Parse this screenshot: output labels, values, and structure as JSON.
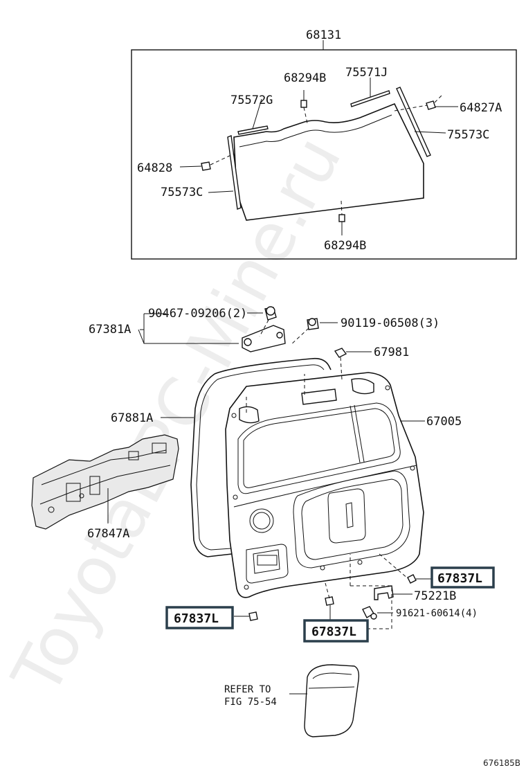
{
  "watermark": "ToyotaEPC-Mine.ru",
  "footer_code": "676185B",
  "refer_note": {
    "line1": "REFER TO",
    "line2": "FIG 75-54"
  },
  "labels": {
    "glass_assy": "68131",
    "spacer_top": "68294B",
    "spacer_bottom": "68294B",
    "molding_top_right": "75571J",
    "molding_top_left": "75572G",
    "clip_right": "64827A",
    "molding_side_right": "75573C",
    "molding_side_left": "75573C",
    "clip_left": "64828",
    "hinge_assy": "67381A",
    "hinge_bolt": "90467-09206(2)",
    "hinge_screw": "90119-06508(3)",
    "stopper": "67981",
    "weatherstrip": "67881A",
    "back_door_panel": "67005",
    "door_trim": "67847A",
    "clip_hl_right": "67837L",
    "clip_hl_left": "67837L",
    "clip_hl_center": "67837L",
    "bracket": "75221B",
    "bracket_screw": "91621-60614(4)"
  },
  "colors": {
    "highlight_border": "#2b3f4c",
    "line": "#111111"
  }
}
